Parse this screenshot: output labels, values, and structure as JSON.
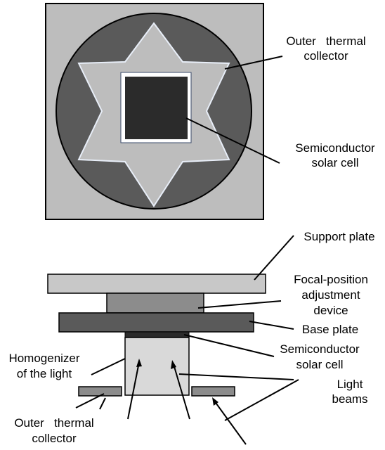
{
  "top_view": {
    "outer_thermal_collector_label": [
      "Outer   thermal",
      "collector"
    ],
    "semiconductor_solar_cell_label": [
      "Semiconductor",
      "solar cell"
    ]
  },
  "side_view": {
    "support_plate_label": [
      "Support plate"
    ],
    "focal_adjustment_label": [
      "Focal-position",
      "adjustment",
      "device"
    ],
    "base_plate_label": [
      "Base plate"
    ],
    "semiconductor_solar_cell_label": [
      "Semiconductor",
      "solar cell"
    ],
    "homogenizer_label": [
      "Homogenizer",
      "of the light"
    ],
    "light_beams_label": [
      "Light",
      "beams"
    ],
    "outer_thermal_collector_label": [
      "Outer   thermal",
      "collector"
    ]
  },
  "colors": {
    "frame": "#bdbdbd",
    "disc": "#5a5a5a",
    "star": "#bdbdbd",
    "cell": "#2b2b2b",
    "support_plate": "#c8c8c8",
    "focal_device": "#8c8c8c",
    "base_plate": "#5a5a5a",
    "homogenizer": "#d9d9d9",
    "collector": "#8c8c8c"
  }
}
